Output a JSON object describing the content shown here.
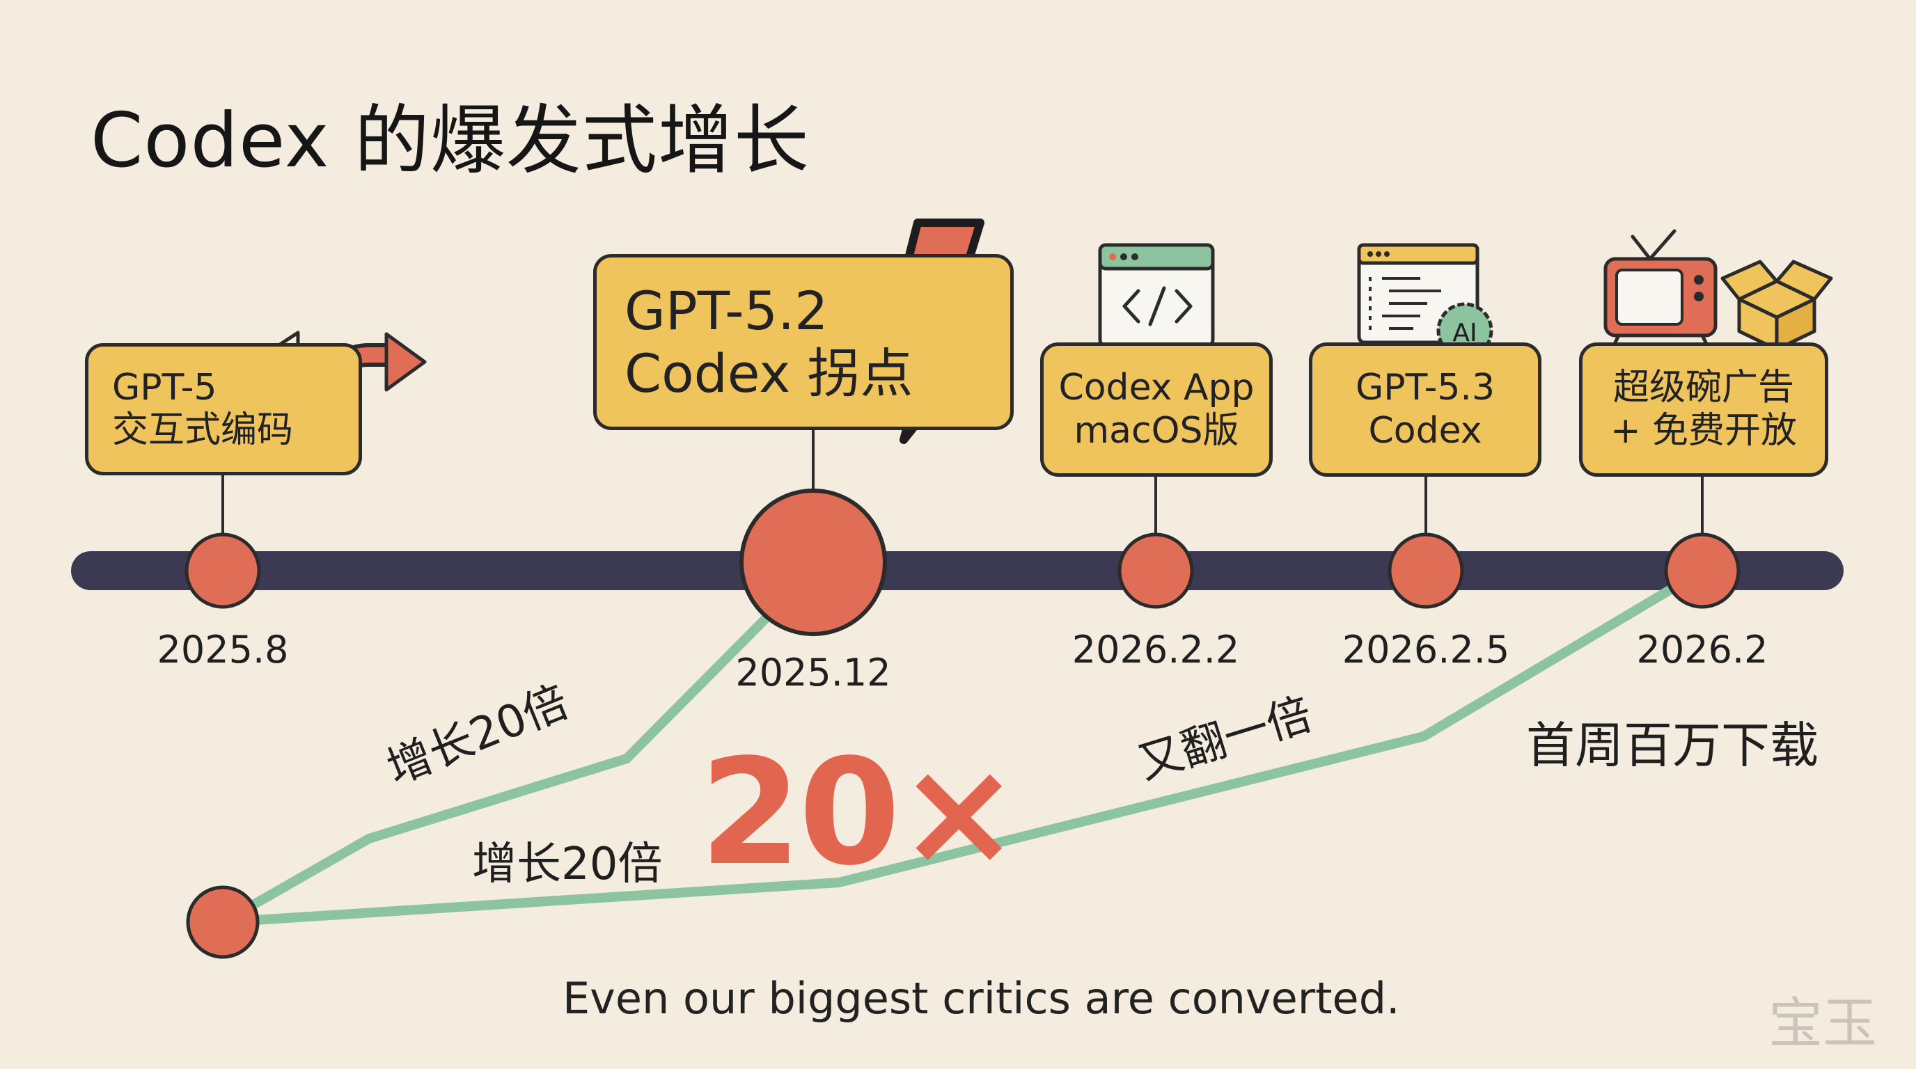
{
  "title": "Codex 的爆发式增长",
  "colors": {
    "background": "#f4ecdf",
    "card": "#f0c45c",
    "axis": "#3b3a52",
    "node": "#e06d55",
    "growth_line": "#8dc4a0",
    "accent": "#e2664f"
  },
  "milestones": [
    {
      "lines": [
        "GPT-5",
        "交互式编码"
      ],
      "date": "2025.8",
      "icon": "fork-arrow-icon"
    },
    {
      "lines": [
        "GPT-5.2",
        "Codex 拐点"
      ],
      "date": "2025.12",
      "icon": "lightning-icon"
    },
    {
      "lines": [
        "Codex App",
        "macOS版"
      ],
      "date": "2026.2.2",
      "icon": "code-window-icon"
    },
    {
      "lines": [
        "GPT-5.3",
        "Codex"
      ],
      "date": "2026.2.5",
      "icon": "ai-code-window-icon"
    },
    {
      "lines": [
        "超级碗广告",
        "+ 免费开放"
      ],
      "date": "2026.2",
      "icons": [
        "tv-icon",
        "box-icon"
      ]
    }
  ],
  "annotations": {
    "growth_upper": "增长20倍",
    "growth_lower": "增长20倍",
    "multiplier": "20×",
    "doubled": "又翻一倍",
    "downloads": "首周百万下载",
    "ai_badge": "AI"
  },
  "caption": "Even our biggest critics are converted.",
  "watermark": "宝玉"
}
